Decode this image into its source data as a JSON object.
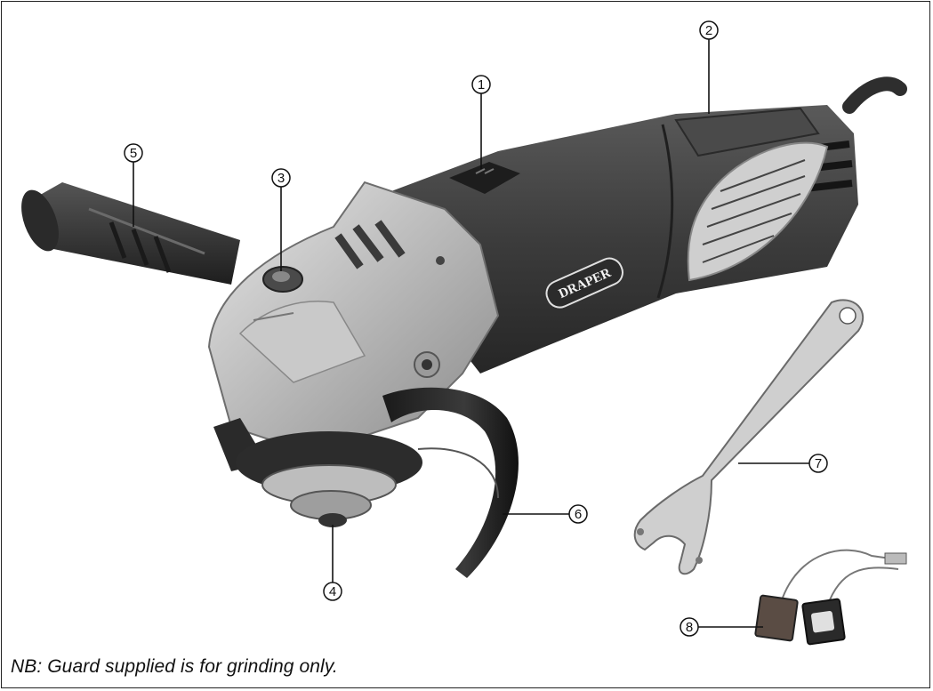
{
  "brand_badge": "DRAPER",
  "callouts": [
    {
      "num": "1",
      "part": "switch"
    },
    {
      "num": "2",
      "part": "motor-housing"
    },
    {
      "num": "3",
      "part": "spindle-lock"
    },
    {
      "num": "4",
      "part": "spindle"
    },
    {
      "num": "5",
      "part": "side-handle"
    },
    {
      "num": "6",
      "part": "guard"
    },
    {
      "num": "7",
      "part": "spanner"
    },
    {
      "num": "8",
      "part": "carbon-brushes"
    }
  ],
  "note": "NB: Guard supplied is for grinding only.",
  "colors": {
    "body": "#3a3a3a",
    "metal": "#bdbdbd",
    "badge": "#2b2b2b",
    "line": "#111111"
  }
}
